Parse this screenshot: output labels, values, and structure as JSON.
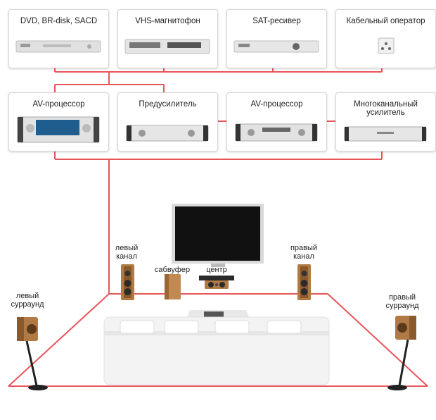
{
  "sources": [
    {
      "label": "DVD, BR-disk, SACD",
      "icon": "dvd-player-icon"
    },
    {
      "label": "VHS-магнитофон",
      "icon": "vcr-icon"
    },
    {
      "label": "SAT-ресивер",
      "icon": "satellite-receiver-icon"
    },
    {
      "label": "Кабельный оператор",
      "icon": "wall-socket-icon"
    }
  ],
  "processors": [
    {
      "label": "AV-процессор",
      "icon": "av-processor-icon"
    },
    {
      "label": "Предусилитель",
      "icon": "preamplifier-icon"
    },
    {
      "label": "AV-процессор",
      "icon": "av-processor-icon"
    },
    {
      "label": "Многоканальный усилитель",
      "icon": "multichannel-amplifier-icon"
    }
  ],
  "speakers": {
    "left_front": "левый\nканал",
    "right_front": "правый\nканал",
    "subwoofer": "сабвуфер",
    "center": "центр",
    "left_surround": "левый\nсурраунд",
    "right_surround": "правый\nсурраунд"
  },
  "colors": {
    "connection_line": "#e8555a",
    "box_border": "#d8d8d8",
    "wood": "#b07a44",
    "tv_screen": "#111111",
    "sofa": "#f3f3f3"
  }
}
